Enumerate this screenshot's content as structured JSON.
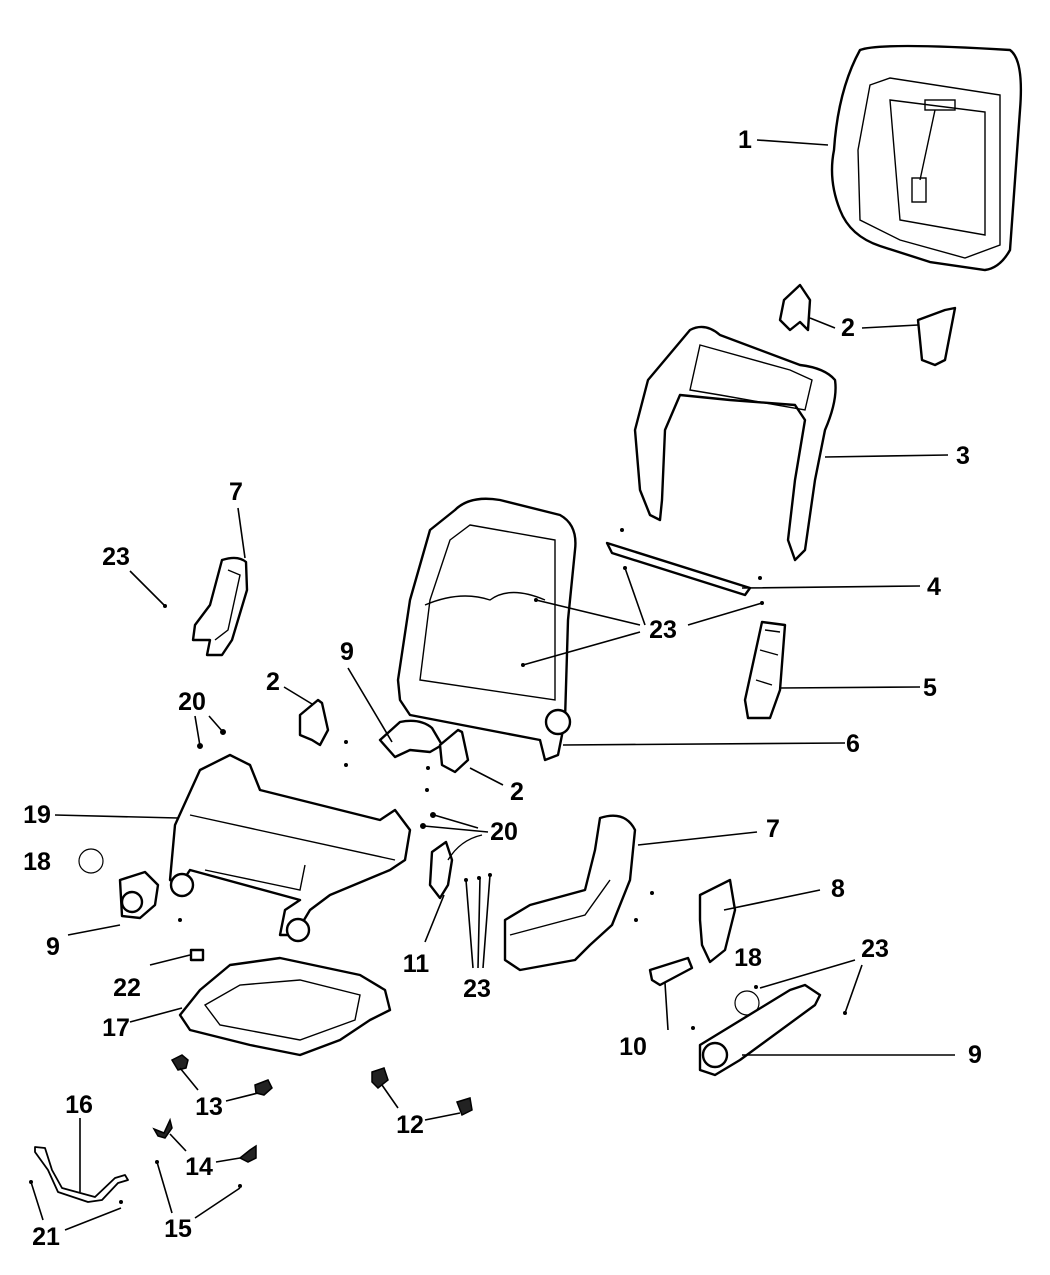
{
  "diagram": {
    "title": "Seat exploded parts diagram",
    "callouts": [
      {
        "id": "c1",
        "text": "1"
      },
      {
        "id": "c2a",
        "text": "2"
      },
      {
        "id": "c2b",
        "text": "2"
      },
      {
        "id": "c2c",
        "text": "2"
      },
      {
        "id": "c3",
        "text": "3"
      },
      {
        "id": "c4",
        "text": "4"
      },
      {
        "id": "c5",
        "text": "5"
      },
      {
        "id": "c6",
        "text": "6"
      },
      {
        "id": "c7a",
        "text": "7"
      },
      {
        "id": "c7b",
        "text": "7"
      },
      {
        "id": "c8",
        "text": "8"
      },
      {
        "id": "c9a",
        "text": "9"
      },
      {
        "id": "c9b",
        "text": "9"
      },
      {
        "id": "c9c",
        "text": "9"
      },
      {
        "id": "c10",
        "text": "10"
      },
      {
        "id": "c11",
        "text": "11"
      },
      {
        "id": "c12",
        "text": "12"
      },
      {
        "id": "c13",
        "text": "13"
      },
      {
        "id": "c14",
        "text": "14"
      },
      {
        "id": "c15",
        "text": "15"
      },
      {
        "id": "c16",
        "text": "16"
      },
      {
        "id": "c17",
        "text": "17"
      },
      {
        "id": "c18a",
        "text": "18"
      },
      {
        "id": "c18b",
        "text": "18"
      },
      {
        "id": "c19",
        "text": "19"
      },
      {
        "id": "c20a",
        "text": "20"
      },
      {
        "id": "c20b",
        "text": "20"
      },
      {
        "id": "c21",
        "text": "21"
      },
      {
        "id": "c22",
        "text": "22"
      },
      {
        "id": "c23a",
        "text": "23"
      },
      {
        "id": "c23b",
        "text": "23"
      },
      {
        "id": "c23c",
        "text": "23"
      },
      {
        "id": "c23d",
        "text": "23"
      }
    ]
  }
}
